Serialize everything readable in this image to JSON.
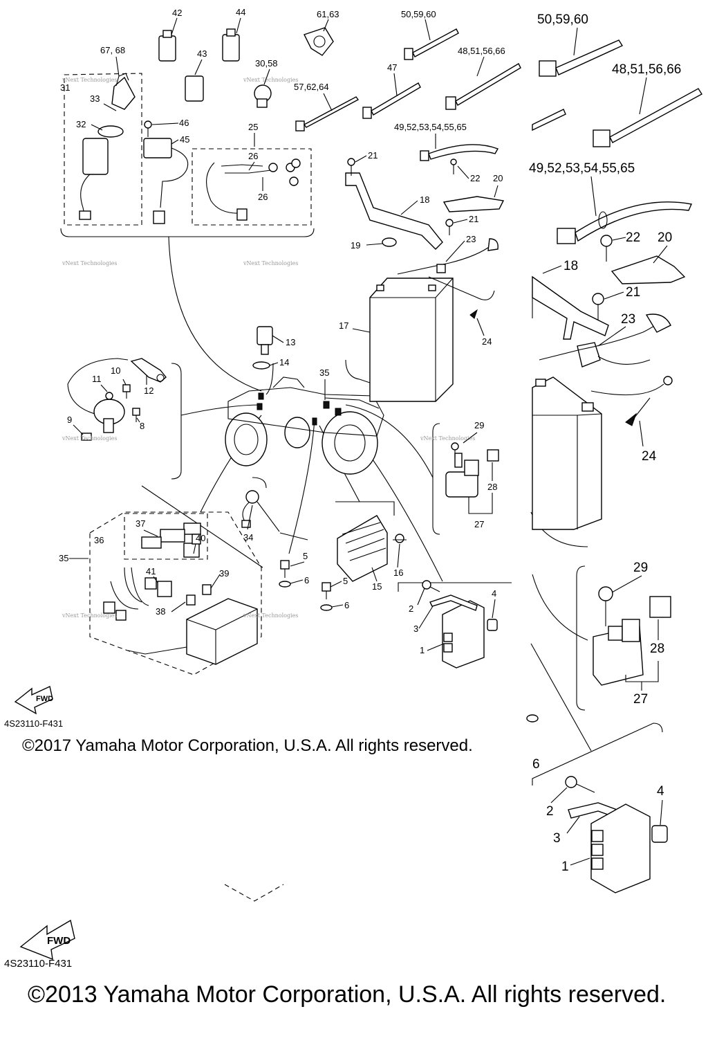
{
  "diagram": {
    "part_numbers": {
      "small": [
        "42",
        "44",
        "61,63",
        "50,59,60",
        "67, 68",
        "43",
        "30,58",
        "48,51,56,66",
        "31",
        "33",
        "57,62,64",
        "47",
        "32",
        "46",
        "45",
        "25",
        "26",
        "26",
        "21",
        "49,52,53,54,55,65",
        "22",
        "20",
        "18",
        "21",
        "19",
        "23",
        "13",
        "14",
        "17",
        "24",
        "35",
        "10",
        "11",
        "12",
        "9",
        "8",
        "29",
        "28",
        "27",
        "37",
        "36",
        "40",
        "34",
        "35",
        "5",
        "16",
        "41",
        "39",
        "6",
        "5",
        "15",
        "38",
        "6",
        "2",
        "4",
        "3",
        "1"
      ],
      "large": [
        "50,59,60",
        "48,51,56,66",
        "49,52,53,54,55,65",
        "22",
        "20",
        "18",
        "21",
        "23",
        "24",
        "29",
        "28",
        "27",
        "6",
        "2",
        "4",
        "3",
        "1"
      ]
    },
    "watermark": "vNext Technologies",
    "direction_label": "FWD",
    "diagram_code_1": "4S23110-F431",
    "diagram_code_2": "4S23110-F431",
    "copyright_1": "©2017 Yamaha Motor Corporation, U.S.A. All rights reserved.",
    "copyright_2": "©2013 Yamaha Motor Corporation, U.S.A. All rights reserved."
  }
}
